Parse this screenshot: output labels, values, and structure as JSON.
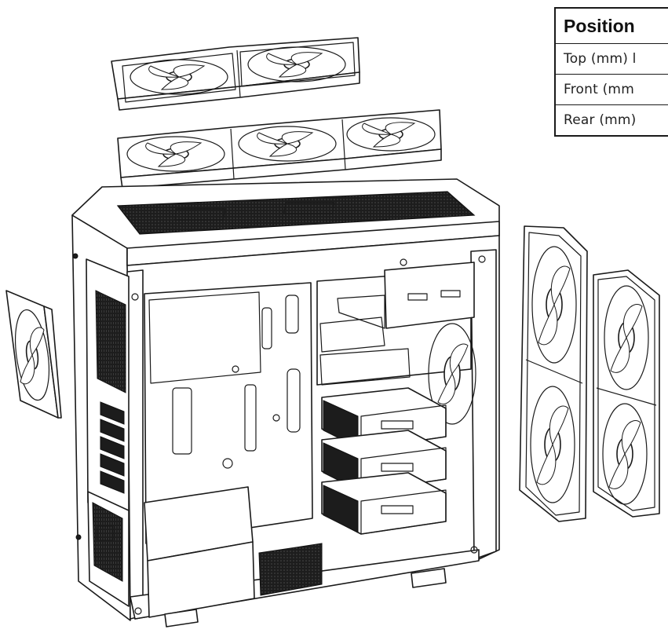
{
  "spec_table": {
    "header": "Position",
    "rows": [
      {
        "label": "Top (mm) l"
      },
      {
        "label": "Front (mm"
      },
      {
        "label": "Rear (mm)"
      }
    ]
  },
  "colors": {
    "line": "#1a1a1a",
    "background": "#ffffff"
  },
  "icons": [
    "fan-icon",
    "case-chassis-icon",
    "drive-tray-icon"
  ]
}
